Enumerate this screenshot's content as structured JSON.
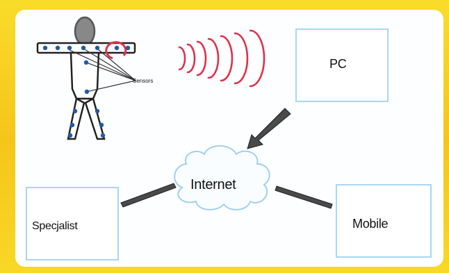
{
  "nodes": {
    "pc": "PC",
    "internet": "Internet",
    "specialist": "Specjalist",
    "mobile": "Mobile"
  },
  "body_figure": {
    "sensors_label": "Sensors"
  },
  "colors": {
    "background": "#f7d21a",
    "panel": "#fdfeff",
    "node_border": "#a9d6f2",
    "signal": "#e0304a",
    "sensor": "#1f5aa6",
    "link": "#4a4a4a"
  }
}
